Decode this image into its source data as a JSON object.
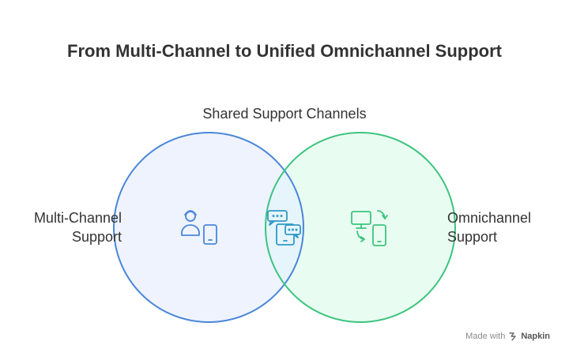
{
  "title": "From Multi-Channel to Unified Omnichannel Support",
  "labels": {
    "center": "Shared Support Channels",
    "left_line1": "Multi-Channel",
    "left_line2": "Support",
    "right_line1": "Omnichannel",
    "right_line2": "Support"
  },
  "icons": {
    "left": "agent-with-tablet-icon",
    "center": "chat-phone-icon",
    "right": "device-sync-icon"
  },
  "colors": {
    "left_fill": "#eef3fd",
    "left_stroke": "#4a86d9",
    "right_fill": "#e9fcf1",
    "right_stroke": "#3cc47f",
    "overlap_fill": "#e6f5fb",
    "text": "#333333"
  },
  "watermark": {
    "prefix": "Made with",
    "brand": "Napkin"
  }
}
